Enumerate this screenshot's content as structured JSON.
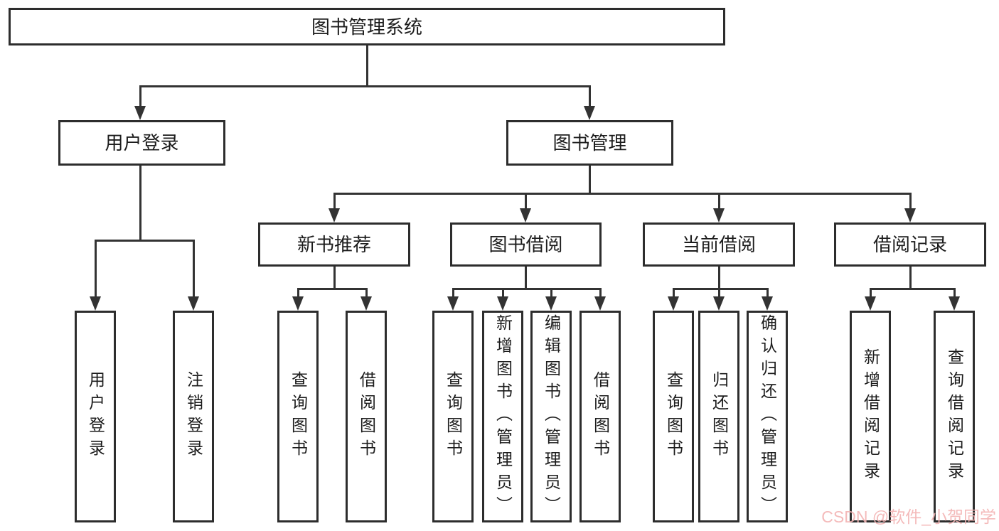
{
  "tree": {
    "root": {
      "label": "图书管理系统"
    },
    "branches": [
      {
        "label": "用户登录",
        "children": [
          {
            "label": "用户登录"
          },
          {
            "label": "注销登录"
          }
        ]
      },
      {
        "label": "图书管理",
        "children": [
          {
            "label": "新书推荐",
            "children": [
              {
                "label": "查询图书"
              },
              {
                "label": "借阅图书"
              }
            ]
          },
          {
            "label": "图书借阅",
            "children": [
              {
                "label": "查询图书"
              },
              {
                "label": "新增图书（管理员）"
              },
              {
                "label": "编辑图书（管理员）"
              },
              {
                "label": "借阅图书"
              }
            ]
          },
          {
            "label": "当前借阅",
            "children": [
              {
                "label": "查询图书"
              },
              {
                "label": "归还图书"
              },
              {
                "label": "确认归还（管理员）"
              }
            ]
          },
          {
            "label": "借阅记录",
            "children": [
              {
                "label": "新增借阅记录"
              },
              {
                "label": "查询借阅记录"
              }
            ]
          }
        ]
      }
    ]
  },
  "watermark": {
    "text": "CSDN @软件_小贺同学",
    "color": "#f3b3b3"
  },
  "colors": {
    "line": "#333333",
    "box_border": "#2d2d2d",
    "box_fill": "#ffffff",
    "text": "#1c1c1c",
    "background": "#ffffff"
  }
}
